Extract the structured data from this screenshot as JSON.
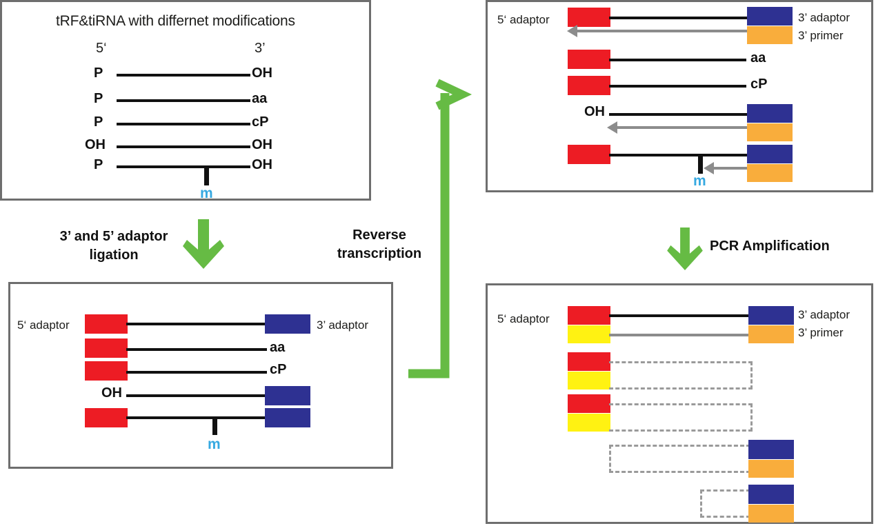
{
  "figure": {
    "accent_green": "#66bb44",
    "red": "#ed1c24",
    "blue": "#2e3192",
    "orange": "#f9ad3c",
    "yellow": "#fff212",
    "gray": "#8c8c8c",
    "mod_blue": "#36a9e1"
  },
  "panel_trf": {
    "title": "tRF&tiRNA with differnet modifications",
    "end_label_5": "5‘",
    "end_label_3": "3’",
    "mod_label": "m",
    "rows": [
      {
        "left": "P",
        "right": "OH",
        "mod": false
      },
      {
        "left": "P",
        "right": "aa",
        "mod": false
      },
      {
        "left": "P",
        "right": "cP",
        "mod": false
      },
      {
        "left": "OH",
        "right": "OH",
        "mod": false
      },
      {
        "left": "P",
        "right": "OH",
        "mod": true
      }
    ]
  },
  "arrow_ligation": {
    "label": "3’ and 5’ adaptor\nligation"
  },
  "arrow_rt": {
    "label": "Reverse\ntranscription"
  },
  "arrow_pcr": {
    "label": "PCR Amplification"
  },
  "panel_ligated": {
    "label_5_adaptor": "5‘ adaptor",
    "label_3_adaptor": "3’ adaptor",
    "mod_label": "m",
    "rows": [
      {
        "left_block": "red",
        "left_text": "",
        "right_block": "blue",
        "right_text": "",
        "mod": false
      },
      {
        "left_block": "red",
        "left_text": "",
        "right_block": "none",
        "right_text": "aa",
        "mod": false
      },
      {
        "left_block": "red",
        "left_text": "",
        "right_block": "none",
        "right_text": "cP",
        "mod": false
      },
      {
        "left_block": "none",
        "left_text": "OH",
        "right_block": "blue",
        "right_text": "",
        "mod": false
      },
      {
        "left_block": "red",
        "left_text": "",
        "right_block": "blue",
        "right_text": "",
        "mod": true
      }
    ]
  },
  "panel_rt": {
    "label_5_adaptor": "5‘ adaptor",
    "label_3_adaptor": "3’ adaptor",
    "label_3_primer": "3’ primer",
    "mod_label": "m",
    "rows": [
      {
        "left_block": "red",
        "left_text": "",
        "right_block": "blue",
        "right_text": "",
        "primer": true,
        "mod": false
      },
      {
        "left_block": "red",
        "left_text": "",
        "right_block": "none",
        "right_text": "aa",
        "primer": false,
        "mod": false
      },
      {
        "left_block": "red",
        "left_text": "",
        "right_block": "none",
        "right_text": "cP",
        "primer": false,
        "mod": false
      },
      {
        "left_block": "none",
        "left_text": "OH",
        "right_block": "blue",
        "right_text": "",
        "primer": true,
        "mod": false
      },
      {
        "left_block": "red",
        "left_text": "",
        "right_block": "blue",
        "right_text": "",
        "primer": true,
        "mod": true
      }
    ]
  },
  "panel_pcr": {
    "label_5_adaptor": "5‘ adaptor",
    "label_3_adaptor": "3’ adaptor",
    "label_3_primer": "3’ primer",
    "rows": [
      {
        "kind": "full",
        "top_left": "red",
        "bottom_left": "yellow",
        "top_right": "blue",
        "bottom_right": "orange"
      },
      {
        "kind": "left-dashed",
        "top_left": "red",
        "bottom_left": "yellow",
        "top_right": "none",
        "bottom_right": "none"
      },
      {
        "kind": "left-dashed",
        "top_left": "red",
        "bottom_left": "yellow",
        "top_right": "none",
        "bottom_right": "none"
      },
      {
        "kind": "right-dashed-long",
        "top_left": "none",
        "bottom_left": "none",
        "top_right": "blue",
        "bottom_right": "orange"
      },
      {
        "kind": "right-dashed-short",
        "top_left": "none",
        "bottom_left": "none",
        "top_right": "blue",
        "bottom_right": "orange"
      }
    ]
  }
}
